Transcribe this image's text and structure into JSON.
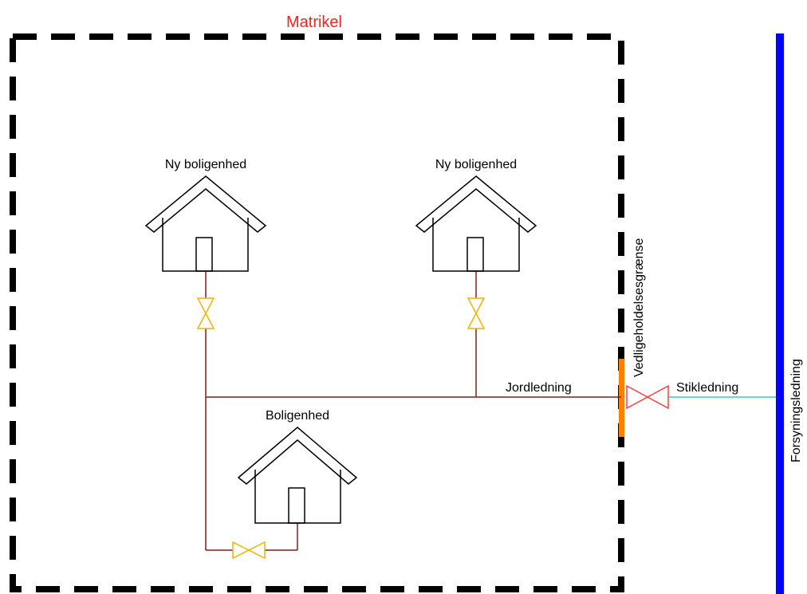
{
  "diagram": {
    "title": "Matrikel",
    "houses": [
      {
        "label": "Ny boligenhed"
      },
      {
        "label": "Ny boligenhed"
      },
      {
        "label": "Boligenhed"
      }
    ],
    "labels": {
      "ground_pipe": "Jordledning",
      "service_pipe": "Stikledning",
      "maintenance_boundary": "Vedligeholdelsesgrænse",
      "supply_main": "Forsyningsledning"
    },
    "colors": {
      "title": "#ff2020",
      "boundary": "#000000",
      "ground_pipe": "#8b1a1a",
      "service_pipe": "#33cccc",
      "supply_main": "#0000ff",
      "maintenance_boundary": "#ff8000",
      "house_valve": "#f0b400",
      "main_valve": "#ff4040"
    }
  }
}
